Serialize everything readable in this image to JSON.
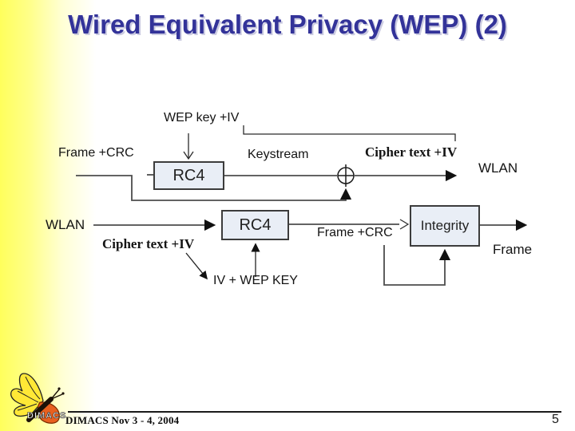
{
  "slide": {
    "title": "Wired Equivalent Privacy (WEP) (2)",
    "footer_text": "DIMACS Nov 3 - 4, 2004",
    "page_number": "5",
    "logo_text": "DIMACS"
  },
  "colors": {
    "title_blue": "#333399",
    "left_gradient_yellow": "#ffff5c",
    "box_fill": "#e9eef6",
    "box_border": "#3c3c3c",
    "line_gray": "#4d4d4d",
    "logo_wing_yellow": "#ffe836",
    "logo_wing_orange": "#e8601f"
  },
  "icons": {
    "xor": "⊕",
    "logo": "dimacs-butterfly"
  },
  "diagram": {
    "encrypt": {
      "input": "Frame +CRC",
      "key": "WEP key +IV",
      "cipher_box": "RC4",
      "keystream": "Keystream",
      "output_tag": "Cipher text +IV",
      "destination": "WLAN"
    },
    "decrypt": {
      "source": "WLAN",
      "input_tag": "Cipher text +IV",
      "cipher_box": "RC4",
      "key": "IV + WEP KEY",
      "frame": "Frame +CRC",
      "integrity_box": "Integrity",
      "output": "Frame"
    }
  }
}
